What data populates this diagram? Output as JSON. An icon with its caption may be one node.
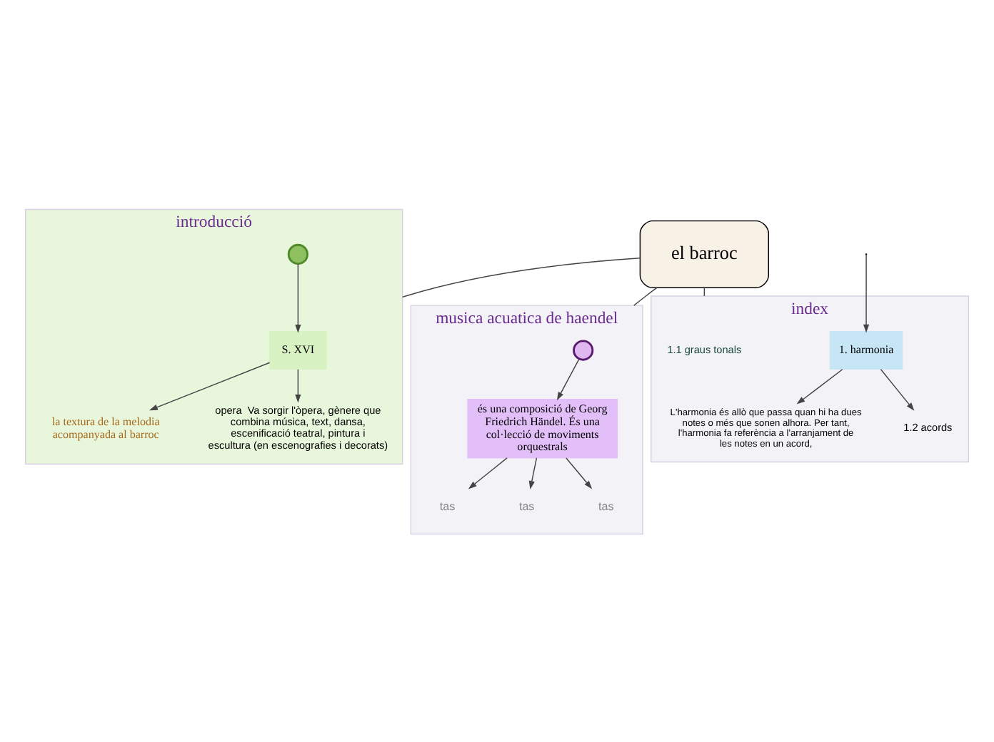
{
  "diagram": {
    "nodes": [
      {
        "text": [
          "el barroc"
        ]
      },
      {
        "text": [
          "introducció"
        ]
      },
      {
        "text": [
          "S. XVI"
        ],
        "in": 1
      },
      {
        "text": [
          "la textura de la melodia acompanyada al barroc"
        ],
        "in": 1
      },
      {
        "text": [
          "opera  Va sorgir l'òpera, gènere que combina música, text, dansa, escenificació teatral, pintura i escultura (en escenografies i decorats)"
        ],
        "in": 1
      },
      {
        "text": [],
        "shape": "circle",
        "in": 1
      },
      {
        "text": [
          "index"
        ]
      },
      {
        "text": [
          "1.1 graus tonals"
        ],
        "in": 6
      },
      {
        "text": [
          "1. harmonia"
        ],
        "in": 6
      },
      {
        "text": [
          "L'harmonia és allò que passa quan hi ha dues notes o més que sonen alhora. Per tant, l'harmonia fa referència a l'arranjament de les notes en un acord,"
        ],
        "in": 6
      },
      {
        "text": [
          "1.2 acords"
        ],
        "in": 6
      },
      {
        "text": [
          "musica acuatica de haendel"
        ]
      },
      {
        "text": [],
        "shape": "circle",
        "in": 11
      },
      {
        "text": [
          "és una composició de Georg Friedrich Händel. És una col·lecció de moviments orquestrals"
        ],
        "in": 11
      },
      {
        "text": [
          "tas"
        ],
        "in": 11
      },
      {
        "text": [
          "tas"
        ],
        "in": 11
      },
      {
        "text": [
          "tas"
        ],
        "in": 11
      }
    ],
    "edges": [
      {
        "from": 0,
        "to": 1,
        "arrow": "none"
      },
      {
        "from": 0,
        "to": 6,
        "arrow": "none"
      },
      {
        "from": 0,
        "to": 11,
        "arrow": "none"
      },
      {
        "from": 5,
        "to": 2,
        "arrow": "to"
      },
      {
        "from": 2,
        "to": 3,
        "arrow": "to"
      },
      {
        "from": 2,
        "to": 4,
        "arrow": "to"
      },
      {
        "from": null,
        "to": 8,
        "arrow": "to"
      },
      {
        "from": 8,
        "to": 9,
        "arrow": "to"
      },
      {
        "from": 8,
        "to": 10,
        "arrow": "to"
      },
      {
        "from": 12,
        "to": 13,
        "arrow": "to"
      },
      {
        "from": 13,
        "to": 14,
        "arrow": "to"
      },
      {
        "from": 13,
        "to": 15,
        "arrow": "to"
      },
      {
        "from": 13,
        "to": 16,
        "arrow": "to"
      }
    ]
  }
}
